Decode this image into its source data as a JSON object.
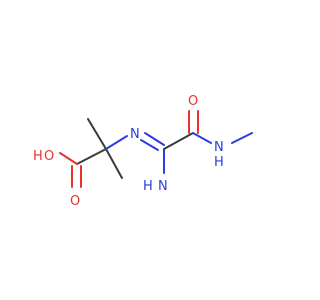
{
  "molecule": {
    "colors": {
      "carbon_bond": "#3a3a3a",
      "oxygen": "#e8322d",
      "nitrogen": "#2c3ce0",
      "background": "#ffffff"
    },
    "labels": {
      "hydroxyl_oxygen": "O",
      "hydroxyl_hydrogen": "H",
      "carbonyl_oxygen_left": "O",
      "imine_nitrogen": "N",
      "amidine_nitrogen": "N",
      "amidine_hydrogen_2": "H",
      "amide_carbonyl_oxygen": "O",
      "amide_nitrogen": "N",
      "amide_hydrogen": "H"
    }
  }
}
